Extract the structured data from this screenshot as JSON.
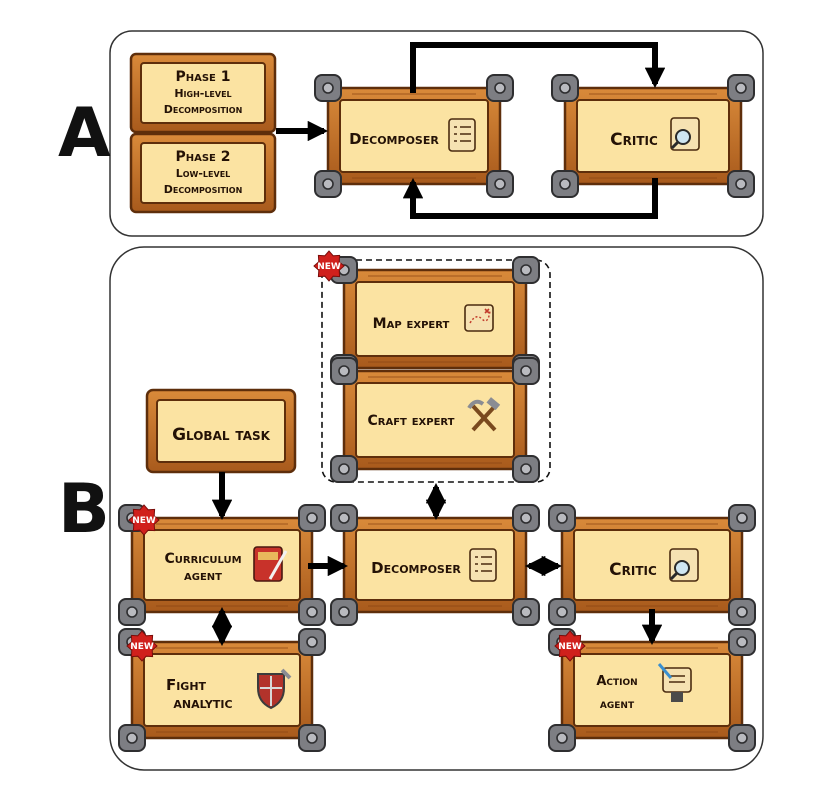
{
  "panels": {
    "a_label": "A",
    "b_label": "B"
  },
  "nodes": {
    "phase1_line1": "Phase 1",
    "phase1_line2": "High-level",
    "phase1_line3": "Decomposition",
    "phase2_line1": "Phase 2",
    "phase2_line2": "Low-level",
    "phase2_line3": "Decomposition",
    "a_decomposer": "Decomposer",
    "a_critic": "Critic",
    "map_expert": "Map expert",
    "craft_expert": "Craft expert",
    "global_task": "Global task",
    "curriculum_line1": "Curriculum",
    "curriculum_line2": "agent",
    "b_decomposer": "Decomposer",
    "b_critic": "Critic",
    "fight_line1": "Fight",
    "fight_line2": "analytic",
    "action_line1": "Action",
    "action_line2": "agent"
  },
  "badge": "NEW",
  "icons": {
    "decomposer": "checklist-scroll-icon",
    "critic": "magnifier-scroll-icon",
    "map": "treasure-map-icon",
    "craft": "crossed-hammer-pickaxe-icon",
    "curriculum": "red-book-quill-icon",
    "fight": "shield-sword-icon",
    "action": "scroll-quill-stand-icon"
  },
  "colors": {
    "wood": "#c4742a",
    "wood_dark": "#7a3f12",
    "parchment": "#fbe3a2",
    "corner": "#7d7e83",
    "badge": "#d0201c",
    "arrow": "#000000"
  }
}
